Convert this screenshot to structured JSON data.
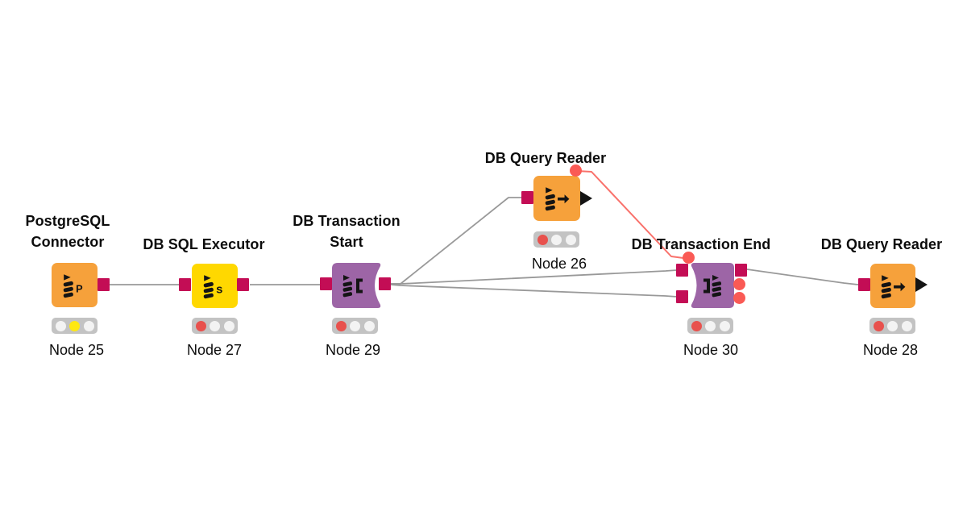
{
  "workflow": {
    "background": "#ffffff",
    "colors": {
      "node_orange": "#F6A13B",
      "node_yellow": "#FFD800",
      "node_purple": "#9D65A6",
      "port_data_magenta": "#C30D55",
      "port_flow_variable_red": "#FA5A55",
      "wire_gray": "#999999",
      "wire_flow_variable_red": "#F9716B",
      "traffic_body_gray": "#C3C3C3",
      "traffic_red": "#E8514D",
      "traffic_yellow": "#FFE813",
      "traffic_off": "#F3F3F3"
    },
    "nodes": [
      {
        "id": "node-25",
        "title_lines": [
          "PostgreSQL",
          "Connector"
        ],
        "label": "Node 25",
        "type": "PostgreSQL Connector",
        "color": "#F6A13B",
        "icon": "database-p-icon",
        "lights": [
          "off",
          "yellow",
          "off"
        ]
      },
      {
        "id": "node-27",
        "title_lines": [
          "DB SQL Executor"
        ],
        "label": "Node 27",
        "type": "DB SQL Executor",
        "color": "#FFD800",
        "icon": "database-s-icon",
        "lights": [
          "red",
          "off",
          "off"
        ]
      },
      {
        "id": "node-29",
        "title_lines": [
          "DB Transaction",
          "Start"
        ],
        "label": "Node 29",
        "type": "DB Transaction Start",
        "color": "#9D65A6",
        "icon": "database-bracket-open-icon",
        "lights": [
          "red",
          "off",
          "off"
        ]
      },
      {
        "id": "node-26",
        "title_lines": [
          "DB Query Reader"
        ],
        "label": "Node 26",
        "type": "DB Query Reader",
        "color": "#F6A13B",
        "icon": "database-arrow-icon",
        "lights": [
          "red",
          "off",
          "off"
        ]
      },
      {
        "id": "node-30",
        "title_lines": [
          "DB Transaction End"
        ],
        "label": "Node 30",
        "type": "DB Transaction End",
        "color": "#9D65A6",
        "icon": "bracket-close-database-icon",
        "lights": [
          "red",
          "off",
          "off"
        ]
      },
      {
        "id": "node-28",
        "title_lines": [
          "DB Query Reader"
        ],
        "label": "Node 28",
        "type": "DB Query Reader",
        "color": "#F6A13B",
        "icon": "database-arrow-icon",
        "lights": [
          "red",
          "off",
          "off"
        ]
      }
    ],
    "connections": [
      {
        "from": "node-25",
        "to": "node-27",
        "type": "db-data"
      },
      {
        "from": "node-27",
        "to": "node-29",
        "type": "db-data"
      },
      {
        "from": "node-29",
        "to": "node-26",
        "type": "db-data"
      },
      {
        "from": "node-29",
        "to": "node-30",
        "to_port": "input-top",
        "type": "db-data"
      },
      {
        "from": "node-29",
        "to": "node-30",
        "to_port": "input-bottom",
        "type": "db-data"
      },
      {
        "from": "node-26",
        "to": "node-30",
        "type": "flow-variable"
      },
      {
        "from": "node-30",
        "to": "node-28",
        "type": "db-data"
      }
    ]
  }
}
